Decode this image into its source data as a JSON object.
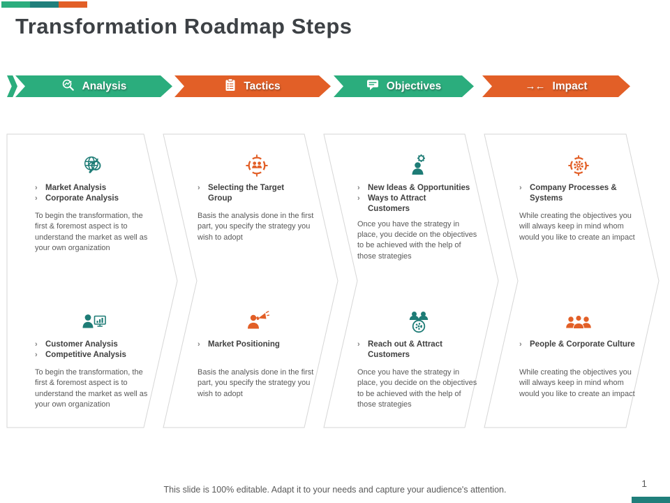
{
  "slide": {
    "title": "Transformation Roadmap Steps",
    "footer": "This slide is 100% editable. Adapt it to your needs and capture your audience's attention.",
    "page_number": "1"
  },
  "colors": {
    "green": "#2bad7d",
    "teal": "#207f7b",
    "orange": "#e25f27",
    "icon_teal": "#1e7c76",
    "icon_orange": "#e25f27",
    "outline_gray": "#d6d6d6",
    "heading_text": "#404040",
    "body_text": "#595959"
  },
  "banners": [
    {
      "label": "Analysis",
      "color": "green",
      "icon": "search-analysis-icon"
    },
    {
      "label": "Tactics",
      "color": "orange",
      "icon": "clipboard-icon"
    },
    {
      "label": "Objectives",
      "color": "green",
      "icon": "chat-bubble-icon"
    },
    {
      "label": "Impact",
      "color": "orange",
      "icon": "converging-arrows-icon",
      "icon_glyph": "→←"
    }
  ],
  "columns": [
    {
      "top": {
        "icon": "globe-search-icon",
        "bullets": [
          "Market Analysis",
          "Corporate Analysis"
        ],
        "body": "To begin the transformation, the first & foremost aspect is to understand the market as well as your own organization"
      },
      "bottom": {
        "icon": "person-monitor-icon",
        "bullets": [
          "Customer Analysis",
          "Competitive Analysis"
        ],
        "body": "To begin the transformation, the first & foremost aspect is to understand the market as well as your own organization"
      }
    },
    {
      "top": {
        "icon": "target-group-icon",
        "bullets": [
          "Selecting the Target Group"
        ],
        "body": "Basis the analysis done in the first part, you specify the strategy you wish to adopt"
      },
      "bottom": {
        "icon": "person-megaphone-icon",
        "bullets": [
          "Market Positioning"
        ],
        "body": "Basis the analysis done in the first part, you specify the strategy you wish to adopt"
      }
    },
    {
      "top": {
        "icon": "person-idea-icon",
        "bullets": [
          "New Ideas & Opportunities",
          "Ways to Attract Customers"
        ],
        "body": "Once you have the strategy in place, you decide on the objectives to be achieved with the help of those strategies"
      },
      "bottom": {
        "icon": "group-attract-icon",
        "bullets": [
          "Reach out & Attract Customers"
        ],
        "body": "Once you have the strategy in place, you decide on the objectives to be achieved with the help of those strategies"
      }
    },
    {
      "top": {
        "icon": "process-gear-icon",
        "bullets": [
          "Company Processes & Systems"
        ],
        "body": "While creating the objectives you will always keep in mind whom would you like to create an impact"
      },
      "bottom": {
        "icon": "people-culture-icon",
        "bullets": [
          "People & Corporate Culture"
        ],
        "body": "While creating the objectives you will always keep in mind  whom would you like to create an impact"
      }
    }
  ]
}
